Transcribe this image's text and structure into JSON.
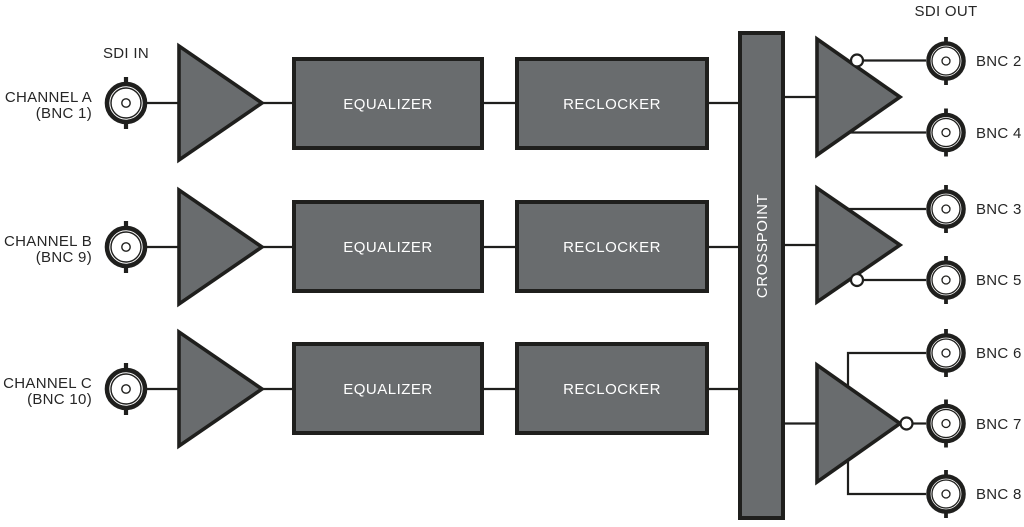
{
  "labels": {
    "sdi_in": "SDI IN",
    "sdi_out": "SDI OUT",
    "equalizer": "EQUALIZER",
    "reclocker": "RECLOCKER",
    "crosspoint": "CROSSPOINT"
  },
  "channels": [
    {
      "line1": "CHANNEL A",
      "line2": "(BNC 1)"
    },
    {
      "line1": "CHANNEL B",
      "line2": "(BNC 9)"
    },
    {
      "line1": "CHANNEL C",
      "line2": "(BNC 10)"
    }
  ],
  "outputs": [
    {
      "label": "BNC 2"
    },
    {
      "label": "BNC 4"
    },
    {
      "label": "BNC 3"
    },
    {
      "label": "BNC 5"
    },
    {
      "label": "BNC 6"
    },
    {
      "label": "BNC 7"
    },
    {
      "label": "BNC 8"
    }
  ],
  "colors": {
    "bg": "#ffffff",
    "block-fill": "#696c6e",
    "outline": "#1f1f1d",
    "block-text": "#ffffff",
    "label-text": "#262626"
  }
}
